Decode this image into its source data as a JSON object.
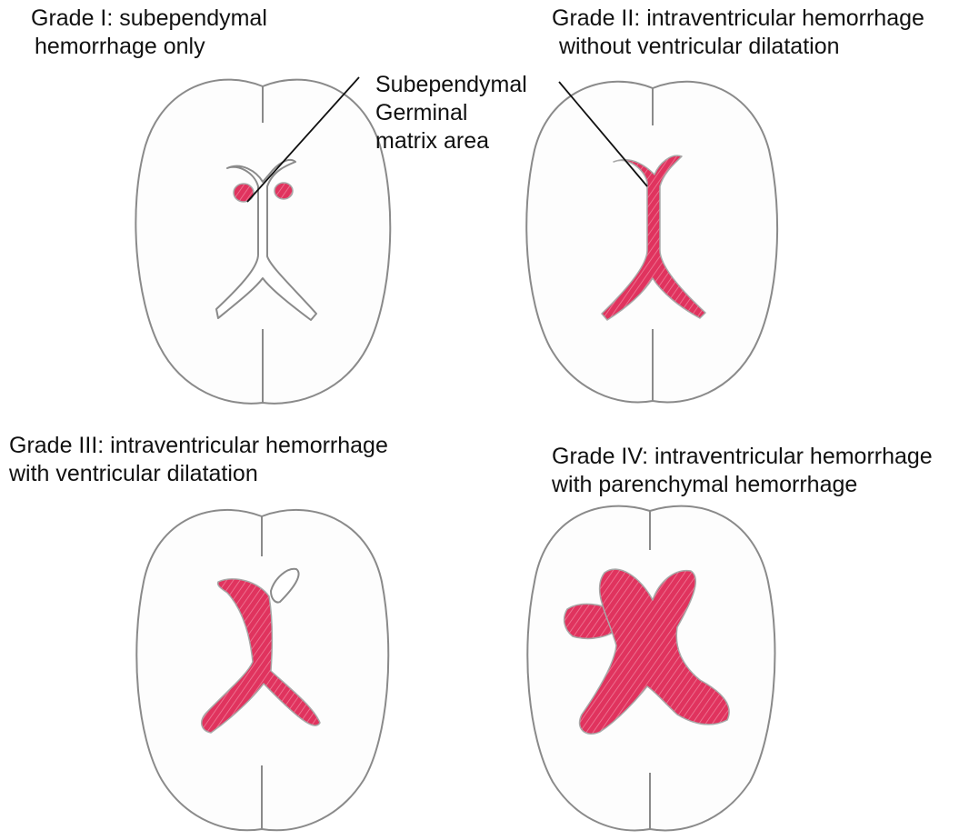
{
  "colors": {
    "hemorrhage": "#e0335e",
    "outline": "#8a8a8a",
    "text": "#111111"
  },
  "panels": [
    {
      "id": "grade1",
      "title_line1": "Grade I: subependymal",
      "title_line2": "hemorrhage only"
    },
    {
      "id": "grade2",
      "title_line1": "Grade II: intraventricular hemorrhage",
      "title_line2": "without ventricular dilatation"
    },
    {
      "id": "grade3",
      "title_line1": "Grade III: intraventricular hemorrhage",
      "title_line2": "with ventricular dilatation"
    },
    {
      "id": "grade4",
      "title_line1": "Grade IV: intraventricular hemorrhage",
      "title_line2": "with parenchymal hemorrhage"
    }
  ],
  "annotation": {
    "line1": "Subependymal",
    "line2": "Germinal",
    "line3": "matrix area"
  }
}
